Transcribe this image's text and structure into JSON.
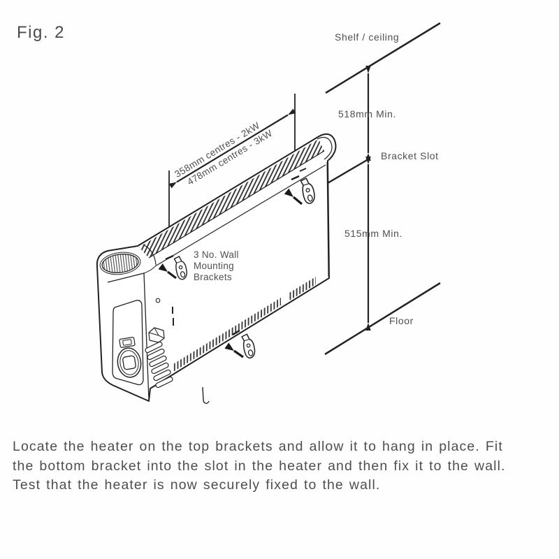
{
  "figure": {
    "label": "Fig. 2"
  },
  "diagram": {
    "type": "technical-illustration",
    "subject": "convector heater wall mounting clearances",
    "labels": {
      "shelf_ceiling": "Shelf / ceiling",
      "top_clearance": "518mm Min.",
      "bracket_slot": "Bracket Slot",
      "bottom_clearance": "515mm Min.",
      "floor": "Floor",
      "centres_2kw": "358mm centres - 2kW",
      "centres_3kw": "478mm centres - 3kW",
      "wall_brackets": {
        "line1": "3 No. Wall",
        "line2": "Mounting",
        "line3": "Brackets"
      }
    },
    "dimensions": {
      "shelf_to_bracket_slot_mm_min": 518,
      "bracket_slot_to_floor_mm_min": 515,
      "bracket_centres_2kw_mm": 358,
      "bracket_centres_3kw_mm": 478,
      "wall_bracket_count": 3
    },
    "colors": {
      "line": "#222222",
      "text": "#4d4d4d"
    }
  },
  "caption": {
    "lines": [
      "Locate the heater on the top brackets and allow it to hang in place. Fit",
      "the bottom bracket into the slot in the heater and then fix it to the wall.",
      "Test that the heater is now securely fixed to the wall."
    ]
  }
}
